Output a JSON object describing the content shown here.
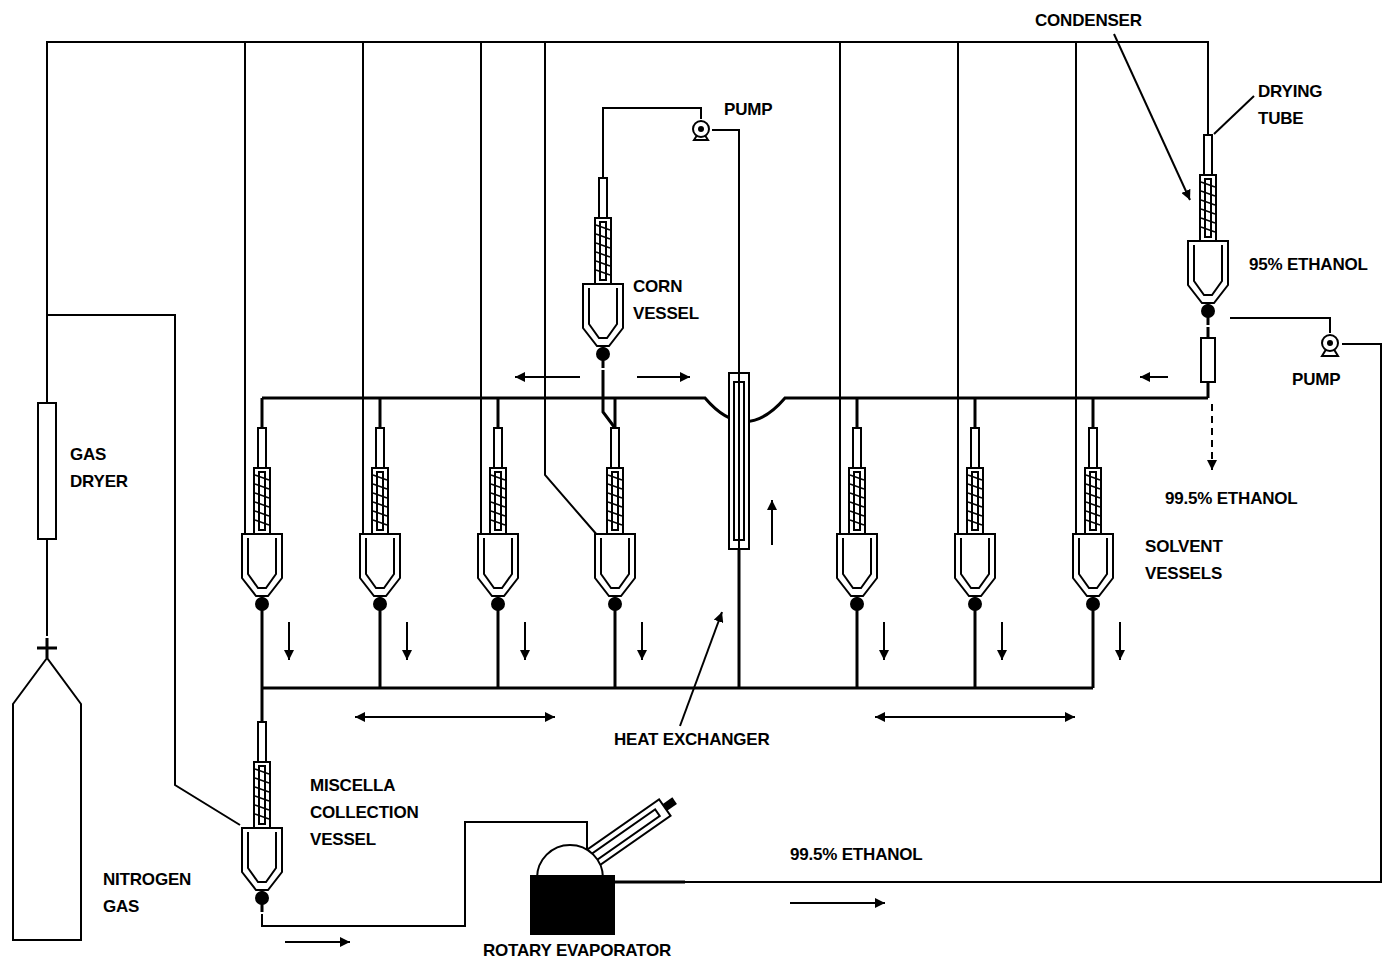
{
  "diagram": {
    "nodes": [
      {
        "text": [
          "GAS DRYER"
        ]
      },
      {
        "text": [
          "NITROGEN GAS"
        ]
      },
      {
        "text": [
          "MISCELLA COLLECTION VESSEL"
        ]
      },
      {
        "text": [
          "ROTARY EVAPORATOR"
        ]
      },
      {
        "text": [
          "CORN VESSEL"
        ]
      },
      {
        "text": [
          "PUMP"
        ]
      },
      {
        "text": [
          "HEAT EXCHANGER"
        ]
      },
      {
        "text": [
          "PUMP"
        ]
      },
      {
        "text": [
          "95% ETHANOL"
        ]
      }
    ],
    "edges": [
      {
        "from": 1,
        "to": 0,
        "arrow": "none"
      },
      {
        "from": 0,
        "to": 2,
        "arrow": "none"
      },
      {
        "from": 2,
        "to": 3,
        "arrow": "none"
      },
      {
        "from": 4,
        "to": 5,
        "arrow": "none"
      },
      {
        "from": 5,
        "to": 6,
        "arrow": "none"
      },
      {
        "from": 8,
        "to": 7,
        "arrow": "none"
      },
      {
        "from": 3,
        "to": 7,
        "arrow": "none"
      }
    ],
    "labels": [
      "CONDENSER",
      "DRYING TUBE",
      "SOLVENT VESSELS",
      "99.5% ETHANOL",
      "99.5% ETHANOL"
    ]
  }
}
